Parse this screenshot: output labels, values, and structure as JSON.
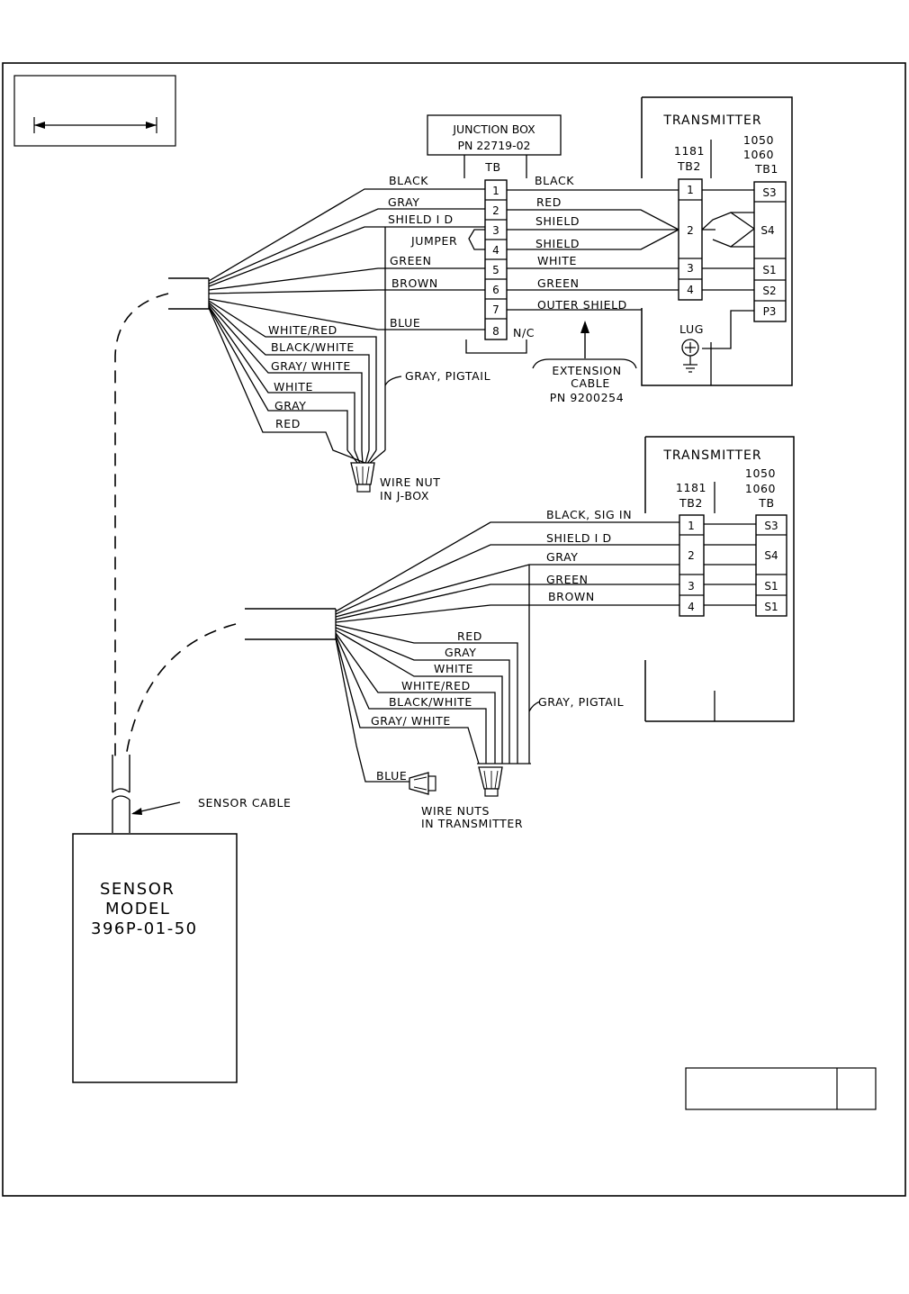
{
  "junction_box": {
    "title": "JUNCTION BOX",
    "part_number": "PN 22719-02",
    "tb_label": "TB",
    "terminals": [
      "1",
      "2",
      "3",
      "4",
      "5",
      "6",
      "7",
      "8"
    ],
    "nc_label": "N/C",
    "jumper_label": "JUMPER"
  },
  "transmitter_top": {
    "title": "TRANSMITTER",
    "model_1181": "1181",
    "tb2_label": "TB2",
    "model_1050": "1050",
    "model_1060": "1060",
    "tb1_label": "TB1",
    "tb2_terminals": [
      "1",
      "2",
      "3",
      "4"
    ],
    "tb1_terminals": [
      "S3",
      "S4",
      "S1",
      "S2",
      "P3"
    ],
    "lug_label": "LUG"
  },
  "sensor_wires_to_jbox": [
    "BLACK",
    "GRAY",
    "SHIELD I D",
    "GREEN",
    "BROWN",
    "BLUE"
  ],
  "extension_wires": [
    "BLACK",
    "RED",
    "SHIELD",
    "SHIELD",
    "WHITE",
    "GREEN",
    "OUTER SHIELD"
  ],
  "wire_nut_group_top": [
    "WHITE/RED",
    "BLACK/WHITE",
    "GRAY/ WHITE",
    "WHITE",
    "GRAY",
    "RED"
  ],
  "gray_pigtail": "GRAY, PIGTAIL",
  "wire_nut_jbox": "WIRE NUT\nIN J-BOX",
  "extension_cable": {
    "label_1": "EXTENSION",
    "label_2": "CABLE",
    "part_number": "PN 9200254"
  },
  "transmitter_bottom": {
    "title": "TRANSMITTER",
    "model_1050": "1050",
    "model_1181": "1181",
    "model_1060": "1060",
    "tb2_label": "TB2",
    "tb_label": "TB",
    "tb2_terminals": [
      "1",
      "2",
      "3",
      "4"
    ],
    "tb_terminals": [
      "S3",
      "S4",
      "S1",
      "S1"
    ]
  },
  "sensor_wires_to_transmitter": [
    "BLACK, SIG IN",
    "SHIELD I D",
    "GRAY",
    "GREEN",
    "BROWN"
  ],
  "wire_nut_group_bottom": [
    "RED",
    "GRAY",
    "WHITE",
    "WHITE/RED",
    "BLACK/WHITE",
    "GRAY/ WHITE"
  ],
  "blue_label": "BLUE",
  "gray_pigtail_bottom": "GRAY, PIGTAIL",
  "wire_nuts_transmitter_1": "WIRE NUTS",
  "wire_nuts_transmitter_2": "IN TRANSMITTER",
  "sensor_cable_label": "SENSOR CABLE",
  "sensor": {
    "line1": "SENSOR",
    "line2": "MODEL",
    "line3": "396P-01-50"
  }
}
